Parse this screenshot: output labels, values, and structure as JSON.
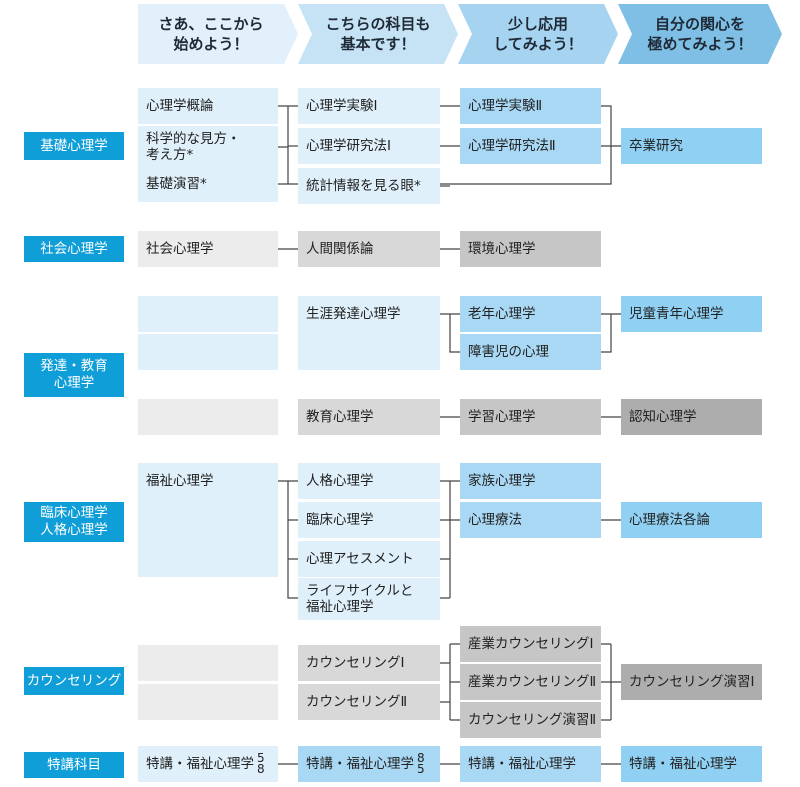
{
  "headers": [
    "さあ、ここから\n始めよう！",
    "こちらの科目も\n基本です！",
    "少し応用\nしてみよう！",
    "自分の関心を\n極めてみよう！"
  ],
  "categories": {
    "kiso": "基礎心理学",
    "shakai": "社会心理学",
    "hattatsu": "発達・教育\n心理学",
    "rinsho": "臨床心理学\n人格心理学",
    "counseling": "カウンセリング",
    "tokko": "特講科目"
  },
  "kiso": {
    "c1": [
      "心理学概論",
      "科学的な見方・\n考え方*",
      "基礎演習*"
    ],
    "c2": [
      "心理学実験Ⅰ",
      "心理学研究法Ⅰ",
      "統計情報を見る眼*"
    ],
    "c3": [
      "心理学実験Ⅱ",
      "心理学研究法Ⅱ"
    ],
    "c4": "卒業研究"
  },
  "shakai": {
    "c1": "社会心理学",
    "c2": "人間関係論",
    "c3": "環境心理学"
  },
  "hattatsu": {
    "c2a": "生涯発達心理学",
    "c3a": "老年心理学",
    "c3b": "障害児の心理",
    "c4a": "児童青年心理学",
    "c2b": "教育心理学",
    "c3c": "学習心理学",
    "c4b": "認知心理学"
  },
  "rinsho": {
    "c1": "福祉心理学",
    "c2": [
      "人格心理学",
      "臨床心理学",
      "心理アセスメント",
      "ライフサイクルと\n福祉心理学"
    ],
    "c3": [
      "家族心理学",
      "心理療法"
    ],
    "c4": "心理療法各論"
  },
  "counseling": {
    "c2": [
      "カウンセリングⅠ",
      "カウンセリングⅡ"
    ],
    "c3": [
      "産業カウンセリングⅠ",
      "産業カウンセリングⅡ",
      "カウンセリング演習Ⅱ"
    ],
    "c4": "カウンセリング演習Ⅰ"
  },
  "tokko": {
    "c1": "特講・福祉心理学",
    "c1_frac": [
      "5",
      "8"
    ],
    "c2": "特講・福祉心理学",
    "c2_frac": [
      "8",
      "5"
    ],
    "c3": "特講・福祉心理学",
    "c4": "特講・福祉心理学"
  }
}
